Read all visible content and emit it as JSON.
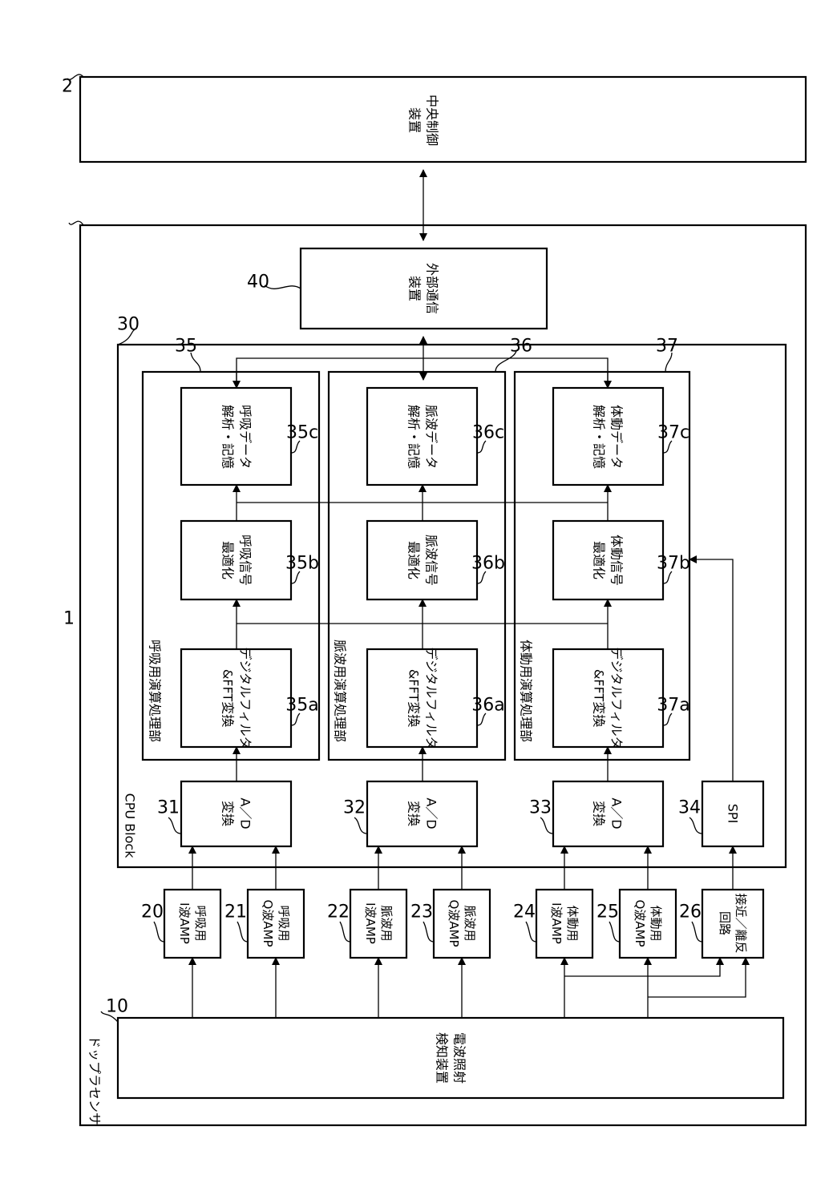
{
  "system": {
    "num": "1"
  },
  "central": {
    "num": "2",
    "lines": [
      "中央制御",
      "装置"
    ]
  },
  "doppler": {
    "title": "ドップラセンサ"
  },
  "radio": {
    "num": "10",
    "lines": [
      "電波照射",
      "検知装置"
    ]
  },
  "cpu": {
    "num": "30",
    "title": "CPU Block"
  },
  "ext": {
    "num": "40",
    "lines": [
      "外部通信",
      "装置"
    ]
  },
  "amps": [
    {
      "num": "20",
      "lines": [
        "呼吸用",
        "I波AMP"
      ]
    },
    {
      "num": "21",
      "lines": [
        "呼吸用",
        "Q波AMP"
      ]
    },
    {
      "num": "22",
      "lines": [
        "脈波用",
        "I波AMP"
      ]
    },
    {
      "num": "23",
      "lines": [
        "脈波用",
        "Q波AMP"
      ]
    },
    {
      "num": "24",
      "lines": [
        "体動用",
        "I波AMP"
      ]
    },
    {
      "num": "25",
      "lines": [
        "体動用",
        "Q波AMP"
      ]
    },
    {
      "num": "26",
      "lines": [
        "接近／離反",
        "回路"
      ]
    }
  ],
  "converters": [
    {
      "num": "31",
      "lines": [
        "A／D",
        "変換"
      ]
    },
    {
      "num": "32",
      "lines": [
        "A／D",
        "変換"
      ]
    },
    {
      "num": "33",
      "lines": [
        "A／D",
        "変換"
      ]
    },
    {
      "num": "34",
      "lines": [
        "SPI"
      ]
    }
  ],
  "units": [
    {
      "num": "35",
      "title": "呼吸用演算処理部",
      "filter": {
        "num": "35a",
        "lines": [
          "デジタルフィルタ",
          "&FFT変換"
        ]
      },
      "optimize": {
        "num": "35b",
        "lines": [
          "呼吸信号",
          "最適化"
        ]
      },
      "analysis": {
        "num": "35c",
        "lines": [
          "呼吸データ",
          "解析・記憶"
        ]
      }
    },
    {
      "num": "36",
      "title": "脈波用演算処理部",
      "filter": {
        "num": "36a",
        "lines": [
          "デジタルフィルタ",
          "&FFT変換"
        ]
      },
      "optimize": {
        "num": "36b",
        "lines": [
          "脈波信号",
          "最適化"
        ]
      },
      "analysis": {
        "num": "36c",
        "lines": [
          "脈波データ",
          "解析・記憶"
        ]
      }
    },
    {
      "num": "37",
      "title": "体動用演算処理部",
      "filter": {
        "num": "37a",
        "lines": [
          "デジタルフィルタ",
          "&FFT変換"
        ]
      },
      "optimize": {
        "num": "37b",
        "lines": [
          "体動信号",
          "最適化"
        ]
      },
      "analysis": {
        "num": "37c",
        "lines": [
          "体動データ",
          "解析・記憶"
        ]
      }
    }
  ]
}
